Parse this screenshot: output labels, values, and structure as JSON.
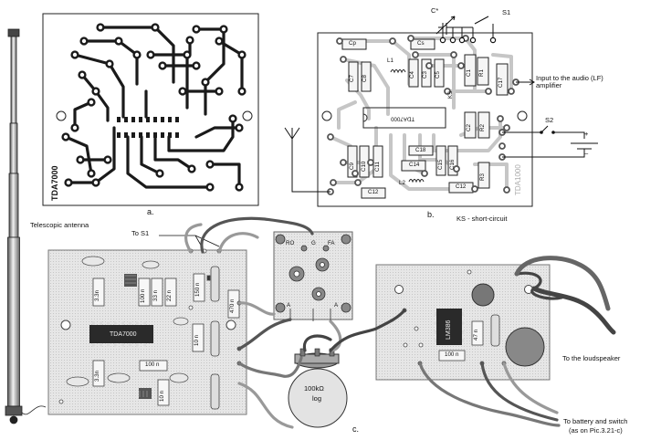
{
  "panels": {
    "a": "a.",
    "b": "b.",
    "c": "c."
  },
  "pcb_a": {
    "chip_label": "TDA7000"
  },
  "pcb_b": {
    "components": {
      "cp": "Cp",
      "cs": "Cs",
      "l1": "L1",
      "l2": "L2",
      "c7": "C7",
      "c8": "C8",
      "c4": "C4",
      "c3": "C3",
      "c5": "C5",
      "c1": "C1",
      "c2": "C2",
      "c17": "C17",
      "r1": "R1",
      "r2": "R2",
      "r3": "R3",
      "ks": "KS",
      "c9": "C9",
      "c10": "C10",
      "c11": "C11",
      "c14": "C14",
      "c15": "C15",
      "c16": "C16",
      "c18": "C18",
      "c12a": "C12",
      "c12b": "C12",
      "chip": "TDA7000",
      "board_mark": "TDA1000"
    },
    "c_star": "C*",
    "s1": "S1",
    "s2": "S2",
    "plus": "+",
    "minus": "–",
    "input_note": "Input to the audio (LF)\namplifier",
    "ks_note": "KS - short-circuit"
  },
  "assembly": {
    "antenna_label": "Telescopic antenna",
    "to_s1": "To S1",
    "chip": "TDA7000",
    "amp_chip": "LM386",
    "pot_value": "100kΩ",
    "pot_taper": "log",
    "caps": [
      "3.3n",
      "100 n",
      "33 n",
      "22 n",
      "150 n",
      "470 n",
      "10 n",
      "3.3n",
      "100 n",
      "10 n"
    ],
    "amp_cap": "47 n",
    "amp_cap2": "100 n",
    "tuner_pins": [
      "RO",
      "G",
      "FA"
    ],
    "tuner_pins_b": [
      "A",
      "A"
    ],
    "loudspeaker": "To the loudspeaker",
    "battery": "To battery and switch",
    "battery_ref": "(as on Pic.3.21-c)"
  }
}
